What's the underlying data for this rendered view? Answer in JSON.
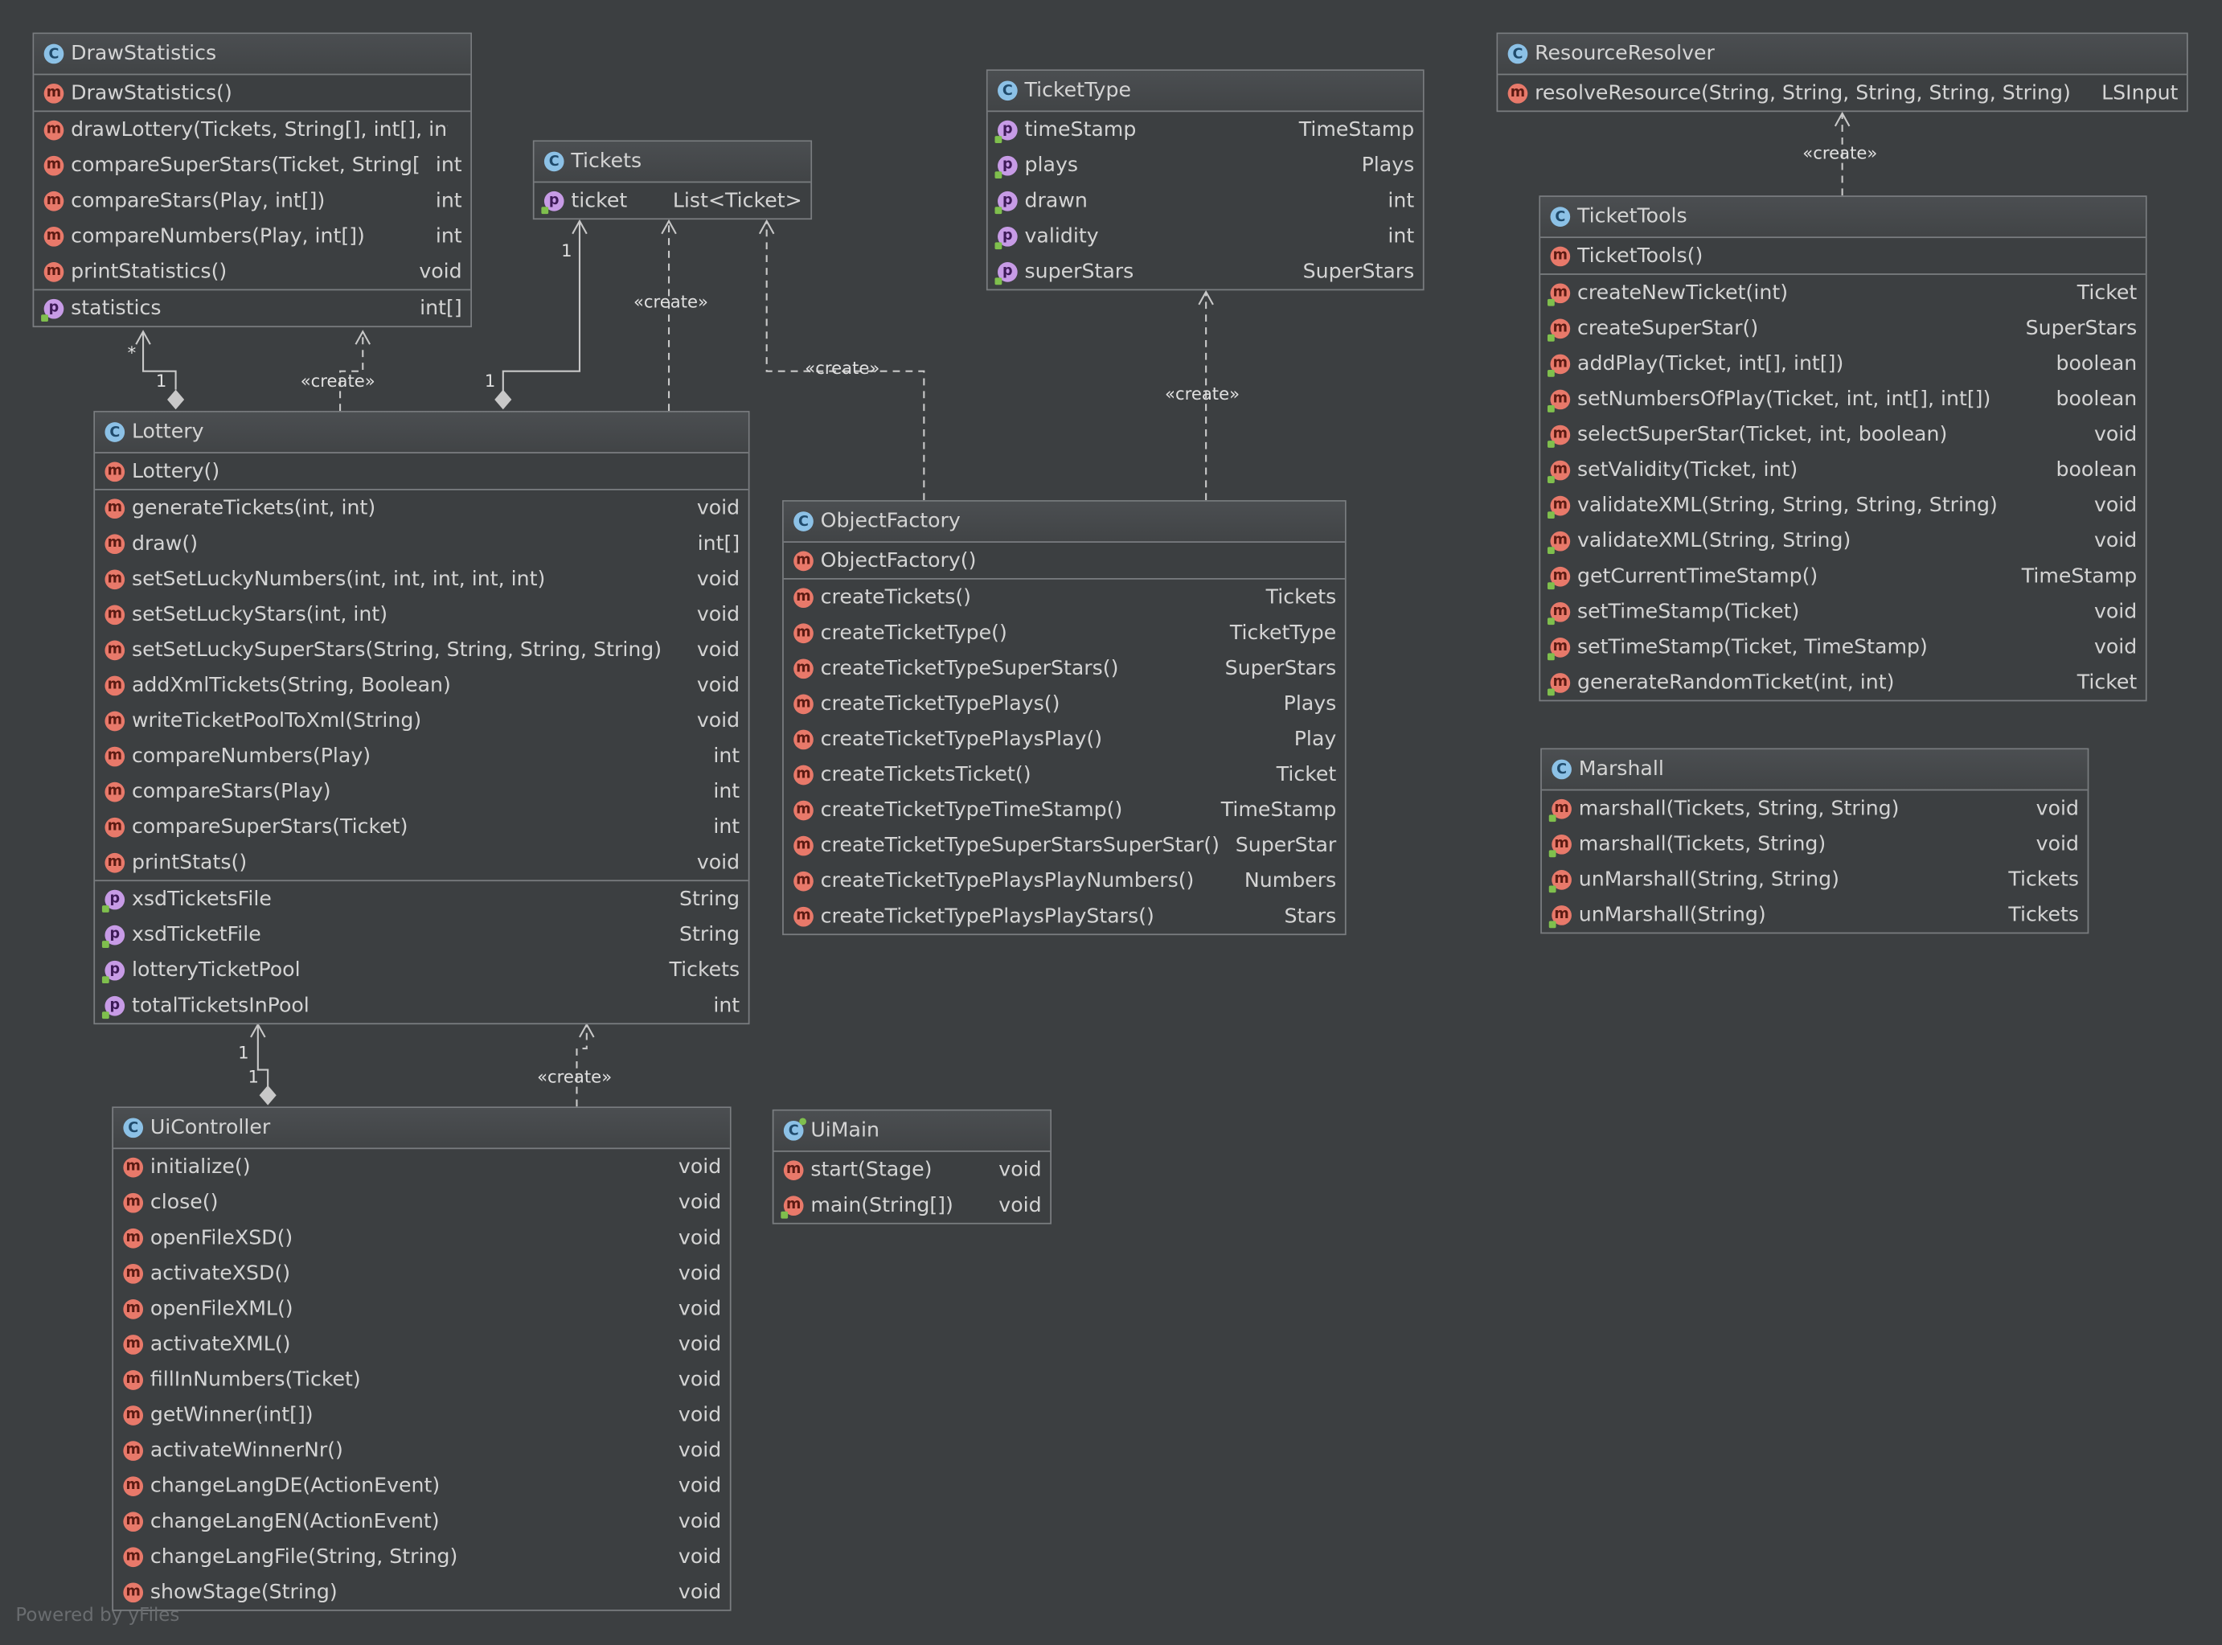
{
  "classes": {
    "drawStatistics": {
      "name": "DrawStatistics",
      "sections": [
        [
          {
            "kind": "m",
            "name": "DrawStatistics()",
            "type": ""
          }
        ],
        [
          {
            "kind": "m",
            "name": "drawLottery(Tickets, String[], int[], int[])",
            "type": ""
          },
          {
            "kind": "m",
            "name": "compareSuperStars(Ticket, String[])",
            "type": "int"
          },
          {
            "kind": "m",
            "name": "compareStars(Play, int[])",
            "type": "int"
          },
          {
            "kind": "m",
            "name": "compareNumbers(Play, int[])",
            "type": "int"
          },
          {
            "kind": "m",
            "name": "printStatistics()",
            "type": "void"
          }
        ],
        [
          {
            "kind": "p",
            "name": "statistics",
            "type": "int[]",
            "ovr": true
          }
        ]
      ]
    },
    "tickets": {
      "name": "Tickets",
      "sections": [
        [
          {
            "kind": "p",
            "name": "ticket",
            "type": "List<Ticket>",
            "ovr": true
          }
        ]
      ]
    },
    "ticketType": {
      "name": "TicketType",
      "sections": [
        [
          {
            "kind": "p",
            "name": "timeStamp",
            "type": "TimeStamp",
            "ovr": true
          },
          {
            "kind": "p",
            "name": "plays",
            "type": "Plays",
            "ovr": true
          },
          {
            "kind": "p",
            "name": "drawn",
            "type": "int",
            "ovr": true
          },
          {
            "kind": "p",
            "name": "validity",
            "type": "int",
            "ovr": true
          },
          {
            "kind": "p",
            "name": "superStars",
            "type": "SuperStars",
            "ovr": true
          }
        ]
      ]
    },
    "resourceResolver": {
      "name": "ResourceResolver",
      "sections": [
        [
          {
            "kind": "m",
            "name": "resolveResource(String, String, String, String, String)",
            "type": "LSInput"
          }
        ]
      ]
    },
    "ticketTools": {
      "name": "TicketTools",
      "sections": [
        [
          {
            "kind": "m",
            "name": "TicketTools()",
            "type": ""
          }
        ],
        [
          {
            "kind": "m",
            "name": "createNewTicket(int)",
            "type": "Ticket",
            "ovr": true
          },
          {
            "kind": "m",
            "name": "createSuperStar()",
            "type": "SuperStars",
            "ovr": true
          },
          {
            "kind": "m",
            "name": "addPlay(Ticket, int[], int[])",
            "type": "boolean",
            "ovr": true
          },
          {
            "kind": "m",
            "name": "setNumbersOfPlay(Ticket, int, int[], int[])",
            "type": "boolean",
            "ovr": true
          },
          {
            "kind": "m",
            "name": "selectSuperStar(Ticket, int, boolean)",
            "type": "void",
            "ovr": true
          },
          {
            "kind": "m",
            "name": "setValidity(Ticket, int)",
            "type": "boolean",
            "ovr": true
          },
          {
            "kind": "m",
            "name": "validateXML(String, String, String, String)",
            "type": "void",
            "ovr": true
          },
          {
            "kind": "m",
            "name": "validateXML(String, String)",
            "type": "void",
            "ovr": true
          },
          {
            "kind": "m",
            "name": "getCurrentTimeStamp()",
            "type": "TimeStamp",
            "ovr": true
          },
          {
            "kind": "m",
            "name": "setTimeStamp(Ticket)",
            "type": "void",
            "ovr": true
          },
          {
            "kind": "m",
            "name": "setTimeStamp(Ticket, TimeStamp)",
            "type": "void",
            "ovr": true
          },
          {
            "kind": "m",
            "name": "generateRandomTicket(int, int)",
            "type": "Ticket",
            "ovr": true
          }
        ]
      ]
    },
    "lottery": {
      "name": "Lottery",
      "sections": [
        [
          {
            "kind": "m",
            "name": "Lottery()",
            "type": ""
          }
        ],
        [
          {
            "kind": "m",
            "name": "generateTickets(int, int)",
            "type": "void"
          },
          {
            "kind": "m",
            "name": "draw()",
            "type": "int[]"
          },
          {
            "kind": "m",
            "name": "setSetLuckyNumbers(int, int, int, int, int)",
            "type": "void"
          },
          {
            "kind": "m",
            "name": "setSetLuckyStars(int, int)",
            "type": "void"
          },
          {
            "kind": "m",
            "name": "setSetLuckySuperStars(String, String, String, String)",
            "type": "void"
          },
          {
            "kind": "m",
            "name": "addXmlTickets(String, Boolean)",
            "type": "void"
          },
          {
            "kind": "m",
            "name": "writeTicketPoolToXml(String)",
            "type": "void"
          },
          {
            "kind": "m",
            "name": "compareNumbers(Play)",
            "type": "int"
          },
          {
            "kind": "m",
            "name": "compareStars(Play)",
            "type": "int"
          },
          {
            "kind": "m",
            "name": "compareSuperStars(Ticket)",
            "type": "int"
          },
          {
            "kind": "m",
            "name": "printStats()",
            "type": "void"
          }
        ],
        [
          {
            "kind": "p",
            "name": "xsdTicketsFile",
            "type": "String",
            "ovr": true
          },
          {
            "kind": "p",
            "name": "xsdTicketFile",
            "type": "String",
            "ovr": true
          },
          {
            "kind": "p",
            "name": "lotteryTicketPool",
            "type": "Tickets",
            "ovr": true
          },
          {
            "kind": "p",
            "name": "totalTicketsInPool",
            "type": "int",
            "ovr": true
          }
        ]
      ]
    },
    "objectFactory": {
      "name": "ObjectFactory",
      "sections": [
        [
          {
            "kind": "m",
            "name": "ObjectFactory()",
            "type": ""
          }
        ],
        [
          {
            "kind": "m",
            "name": "createTickets()",
            "type": "Tickets"
          },
          {
            "kind": "m",
            "name": "createTicketType()",
            "type": "TicketType"
          },
          {
            "kind": "m",
            "name": "createTicketTypeSuperStars()",
            "type": "SuperStars"
          },
          {
            "kind": "m",
            "name": "createTicketTypePlays()",
            "type": "Plays"
          },
          {
            "kind": "m",
            "name": "createTicketTypePlaysPlay()",
            "type": "Play"
          },
          {
            "kind": "m",
            "name": "createTicketsTicket()",
            "type": "Ticket"
          },
          {
            "kind": "m",
            "name": "createTicketTypeTimeStamp()",
            "type": "TimeStamp"
          },
          {
            "kind": "m",
            "name": "createTicketTypeSuperStarsSuperStar()",
            "type": "SuperStar"
          },
          {
            "kind": "m",
            "name": "createTicketTypePlaysPlayNumbers()",
            "type": "Numbers"
          },
          {
            "kind": "m",
            "name": "createTicketTypePlaysPlayStars()",
            "type": "Stars"
          }
        ]
      ]
    },
    "marshall": {
      "name": "Marshall",
      "sections": [
        [
          {
            "kind": "m",
            "name": "marshall(Tickets, String, String)",
            "type": "void",
            "ovr": true
          },
          {
            "kind": "m",
            "name": "marshall(Tickets, String)",
            "type": "void",
            "ovr": true
          },
          {
            "kind": "m",
            "name": "unMarshall(String, String)",
            "type": "Tickets",
            "ovr": true
          },
          {
            "kind": "m",
            "name": "unMarshall(String)",
            "type": "Tickets",
            "ovr": true
          }
        ]
      ]
    },
    "uiController": {
      "name": "UiController",
      "sections": [
        [
          {
            "kind": "m",
            "name": "initialize()",
            "type": "void"
          },
          {
            "kind": "m",
            "name": "close()",
            "type": "void"
          },
          {
            "kind": "m",
            "name": "openFileXSD()",
            "type": "void"
          },
          {
            "kind": "m",
            "name": "activateXSD()",
            "type": "void"
          },
          {
            "kind": "m",
            "name": "openFileXML()",
            "type": "void"
          },
          {
            "kind": "m",
            "name": "activateXML()",
            "type": "void"
          },
          {
            "kind": "m",
            "name": "fillInNumbers(Ticket)",
            "type": "void"
          },
          {
            "kind": "m",
            "name": "getWinner(int[])",
            "type": "void"
          },
          {
            "kind": "m",
            "name": "activateWinnerNr()",
            "type": "void"
          },
          {
            "kind": "m",
            "name": "changeLangDE(ActionEvent)",
            "type": "void"
          },
          {
            "kind": "m",
            "name": "changeLangEN(ActionEvent)",
            "type": "void"
          },
          {
            "kind": "m",
            "name": "changeLangFile(String, String)",
            "type": "void"
          },
          {
            "kind": "m",
            "name": "showStage(String)",
            "type": "void"
          }
        ]
      ]
    },
    "uiMain": {
      "name": "UiMain",
      "runnable": true,
      "sections": [
        [
          {
            "kind": "m",
            "name": "start(Stage)",
            "type": "void"
          },
          {
            "kind": "m",
            "name": "main(String[])",
            "type": "void",
            "ovr": true
          }
        ]
      ]
    }
  },
  "edge_labels": {
    "create": "«create»",
    "one": "1",
    "many": "*"
  },
  "icons": {
    "class": "C",
    "method": "m",
    "property": "p"
  },
  "colors": {
    "background": "#3c3f41",
    "border": "#7a7d80",
    "text": "#d4d4d4",
    "class_icon": "#8cc1e6",
    "method_icon": "#e8796a",
    "property_icon": "#c79be6"
  },
  "footer": "Powered by yFiles"
}
